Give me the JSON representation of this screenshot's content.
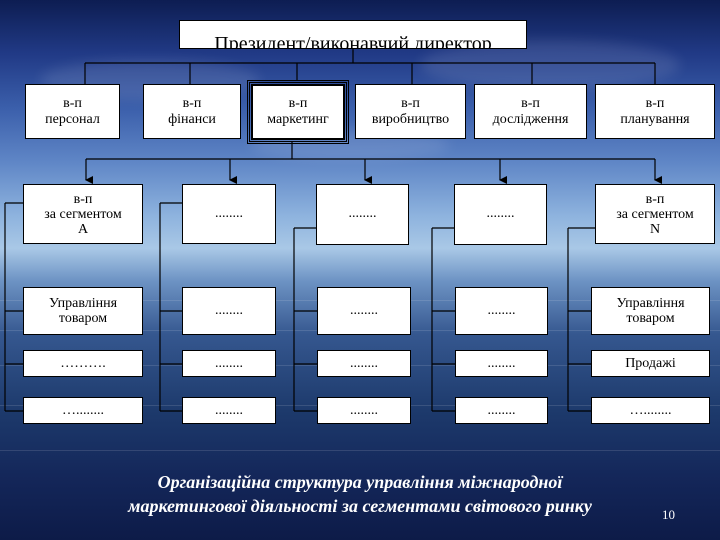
{
  "title": "Президент/виконавчий директор",
  "departments": [
    {
      "label": "в-п\nперсонал"
    },
    {
      "label": "в-п\nфінанси"
    },
    {
      "label": "в-п\nмаркетинг"
    },
    {
      "label": "в-п\nвиробництво"
    },
    {
      "label": "в-п\nдослідження"
    },
    {
      "label": "в-п\nпланування"
    }
  ],
  "columns": [
    {
      "head": "в-п\nза сегментом\nА",
      "items": [
        "Управління\nтоваром",
        "……….",
        "…........"
      ]
    },
    {
      "head": "........",
      "items": [
        "........",
        "........",
        "........"
      ]
    },
    {
      "head": "........",
      "items": [
        "........",
        "........",
        "........"
      ]
    },
    {
      "head": "........",
      "items": [
        "........",
        "........",
        "........"
      ]
    },
    {
      "head": "в-п\nза сегментом\nN",
      "items": [
        "Управління\nтоваром",
        "Продажі",
        "…........"
      ]
    }
  ],
  "caption_line1": "Організаційна структура управління міжнародної",
  "caption_line2": "маркетингової діяльності за сегментами світового ринку",
  "page_number": "10"
}
